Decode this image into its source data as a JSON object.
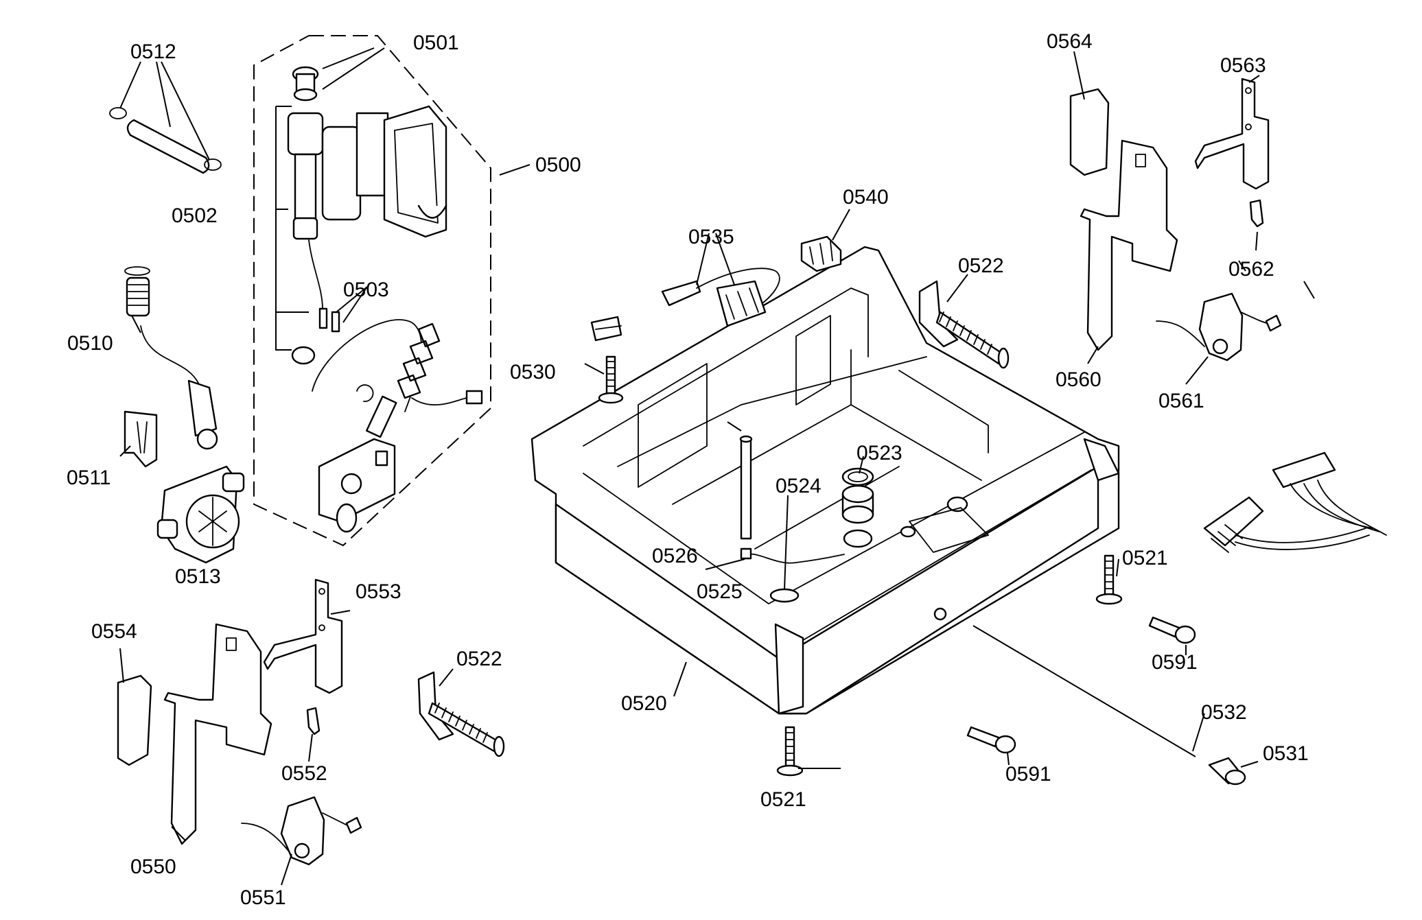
{
  "diagram": {
    "labels": {
      "p0500": "0500",
      "p0501": "0501",
      "p0502": "0502",
      "p0503": "0503",
      "p0510": "0510",
      "p0511": "0511",
      "p0512": "0512",
      "p0513": "0513",
      "p0520": "0520",
      "p0521a": "0521",
      "p0521b": "0521",
      "p0522a": "0522",
      "p0522b": "0522",
      "p0523": "0523",
      "p0524": "0524",
      "p0525": "0525",
      "p0526": "0526",
      "p0530": "0530",
      "p0531": "0531",
      "p0532": "0532",
      "p0535": "0535",
      "p0540": "0540",
      "p0550": "0550",
      "p0551": "0551",
      "p0552": "0552",
      "p0553": "0553",
      "p0554": "0554",
      "p0560": "0560",
      "p0561": "0561",
      "p0562": "0562",
      "p0563": "0563",
      "p0564": "0564",
      "p0591a": "0591",
      "p0591b": "0591"
    }
  }
}
